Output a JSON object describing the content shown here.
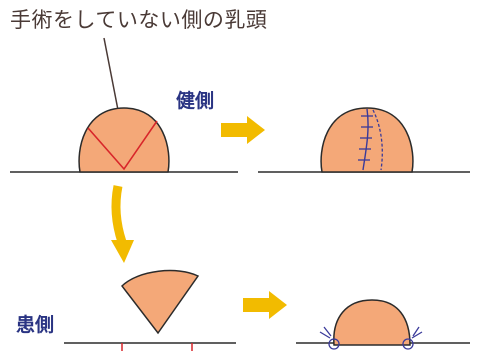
{
  "labels": {
    "title": "手術をしていない側の乳頭",
    "healthy": "健側",
    "affected": "患側"
  },
  "colors": {
    "skin": "#f4a878",
    "outline": "#2b2b2b",
    "arrow": "#f2bb00",
    "incision": "#d8262a",
    "suture": "#3a3a9a",
    "label_text": "#2a3483"
  }
}
